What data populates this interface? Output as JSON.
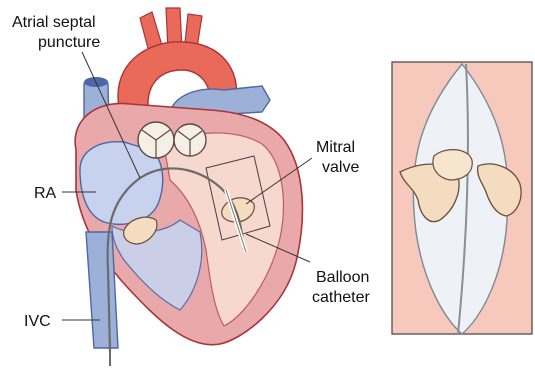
{
  "labels": {
    "atrial_septal_puncture_line1": "Atrial septal",
    "atrial_septal_puncture_line2": "puncture",
    "mitral_valve_line1": "Mitral",
    "mitral_valve_line2": "valve",
    "ra": "RA",
    "balloon_catheter_line1": "Balloon",
    "balloon_catheter_line2": "catheter",
    "ivc": "IVC"
  },
  "colors": {
    "aorta": "#ea6a5a",
    "aorta_dark": "#c8433a",
    "vessel_blue": "#9db0d8",
    "vessel_blue_dark": "#5d77b4",
    "atrium_fill": "#c7d3ee",
    "myocardium": "#e9a9aa",
    "myocardium_dark": "#c05a66",
    "chamber_fill": "#f6d8cf",
    "inset_bg": "#f7c9bd",
    "balloon": "#eef2f6",
    "valve_leaflet": "#f3dcc0"
  }
}
